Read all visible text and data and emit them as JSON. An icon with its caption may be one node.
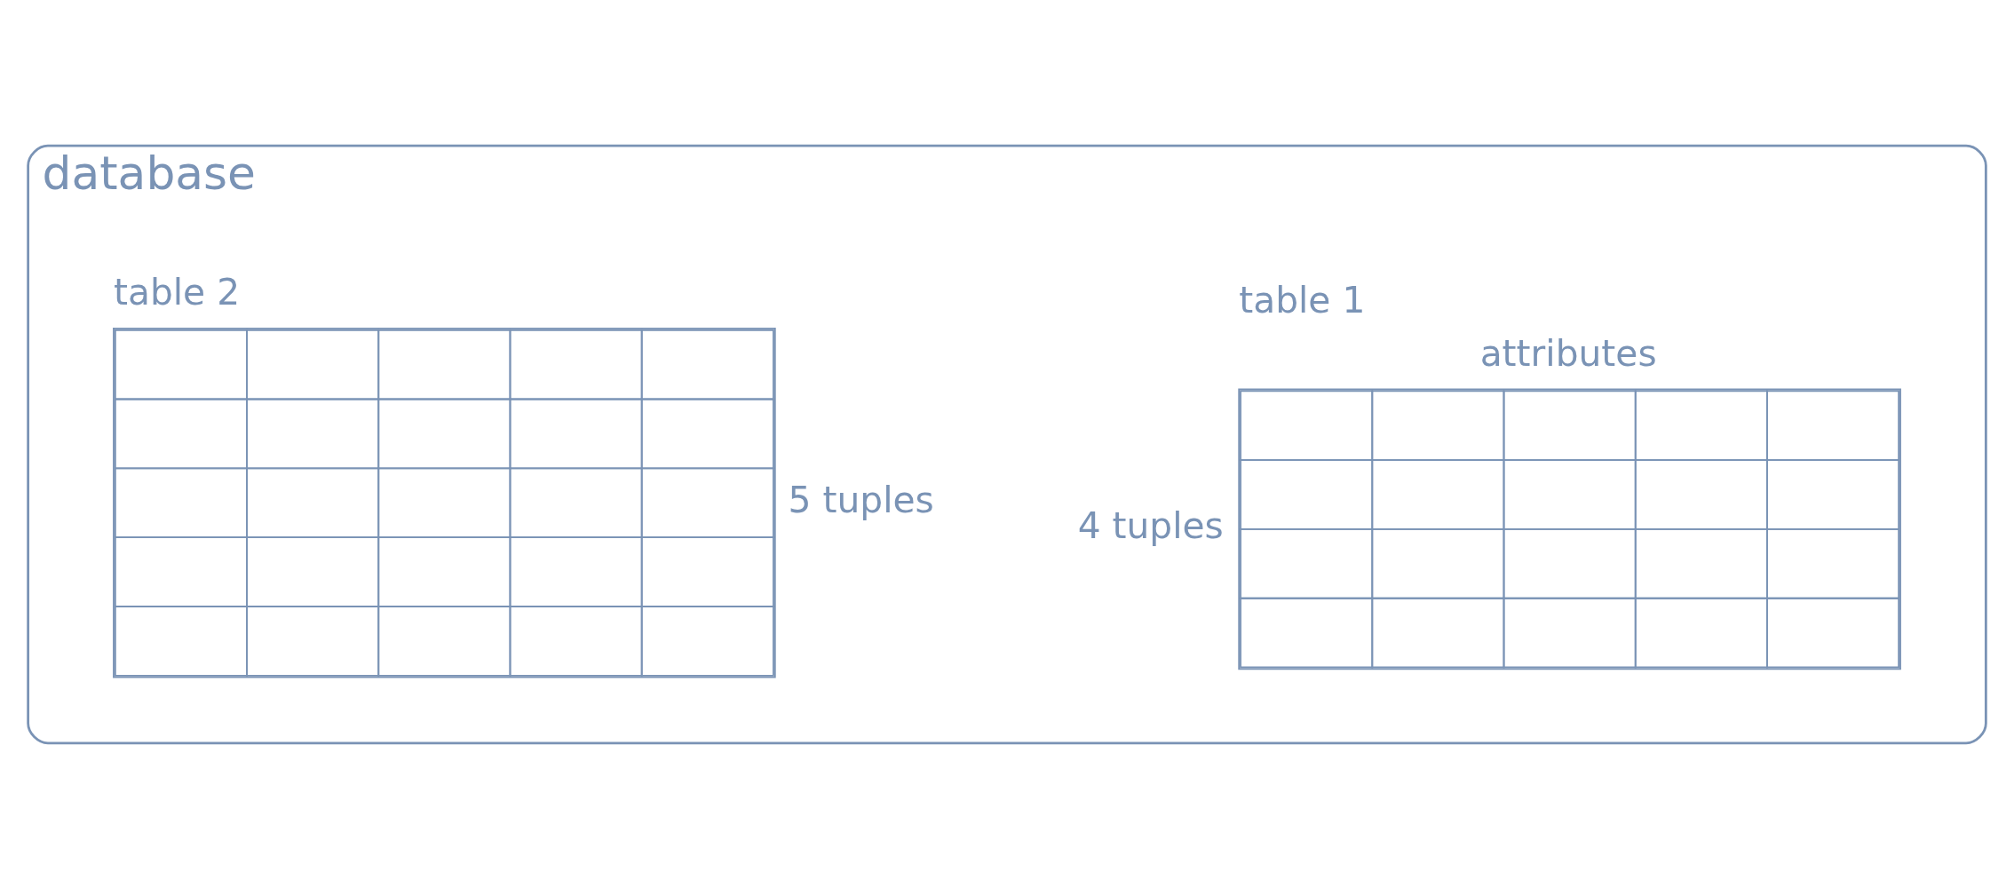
{
  "diagram": {
    "nodes": [
      {
        "text": [
          "database"
        ]
      },
      {
        "text": [
          "table 1"
        ],
        "in": 0,
        "beside": [
          "attributes",
          "4 tuples"
        ]
      },
      {
        "text": [
          "table 2"
        ],
        "in": 0,
        "beside": [
          "5 tuples"
        ]
      }
    ],
    "edges": []
  }
}
